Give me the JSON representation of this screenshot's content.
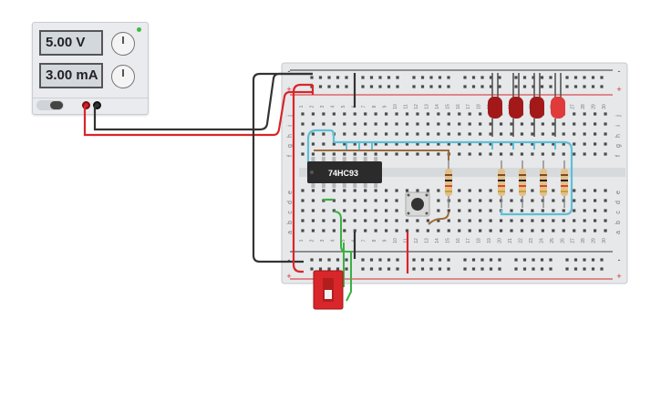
{
  "power_supply": {
    "voltage_display": "5.00 V",
    "current_display": "3.00 mA",
    "terminal_colors": {
      "positive": "#cc2222",
      "negative": "#333333"
    },
    "indicator_color": "#3dbb3d"
  },
  "breadboard": {
    "row_labels_left": [
      "j",
      "i",
      "h",
      "g",
      "f",
      "e",
      "d",
      "c",
      "b",
      "a"
    ],
    "row_labels_right": [
      "j",
      "i",
      "h",
      "g",
      "f",
      "e",
      "d",
      "c",
      "b",
      "a"
    ],
    "column_numbers": [
      "1",
      "2",
      "3",
      "4",
      "5",
      "6",
      "7",
      "8",
      "9",
      "10",
      "11",
      "12",
      "13",
      "14",
      "15",
      "16",
      "17",
      "18",
      "19",
      "20",
      "21",
      "22",
      "23",
      "24",
      "25",
      "26",
      "27",
      "28",
      "29",
      "30"
    ],
    "rail_top_signs": {
      "left_minus": "-",
      "left_plus": "+",
      "right_minus": "-",
      "right_plus": "+"
    },
    "rail_bottom_signs": {
      "left_minus": "-",
      "left_plus": "+",
      "right_minus": "-",
      "right_plus": "+"
    }
  },
  "chip": {
    "label": "74HC93"
  },
  "colors": {
    "wire_red": "#d9262b",
    "wire_black": "#333333",
    "wire_cyan": "#5fbfd6",
    "wire_green": "#3cb043",
    "wire_brown": "#9c6b3a",
    "led_red": "#a31919",
    "switch_red": "#d9262b"
  }
}
